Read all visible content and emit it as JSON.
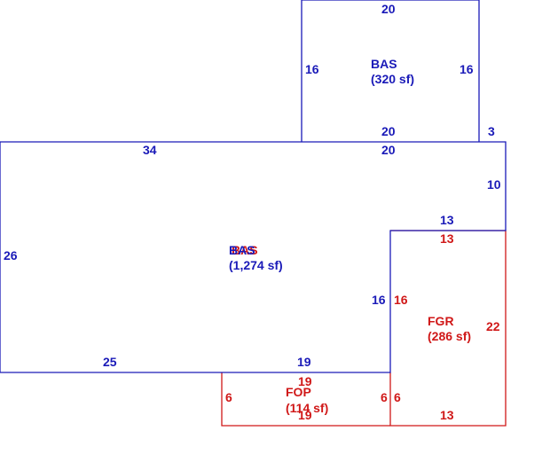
{
  "colors": {
    "bas": "#1a1ab8",
    "garage": "#d01818"
  },
  "areas": {
    "bas_upper": {
      "name": "BAS",
      "size": "(320 sf)"
    },
    "bas_main": {
      "name": "BAS",
      "size": "(1,274 sf)"
    },
    "fgr": {
      "name": "FGR",
      "size": "(286 sf)"
    },
    "fop": {
      "name": "FOP",
      "size": "(114 sf)"
    },
    "overlap_name": "BAS"
  },
  "dimensions": {
    "upper_top": "20",
    "upper_left": "16",
    "upper_right": "16",
    "upper_bottom": "20",
    "step_right": "3",
    "main_top_left": "34",
    "main_top_right": "20",
    "main_right": "10",
    "main_left": "26",
    "notch_top_bas": "13",
    "notch_top_garage": "13",
    "inner_left_bas": "16",
    "inner_left_garage": "16",
    "garage_right": "22",
    "main_bottom_left": "25",
    "main_bottom_right": "19",
    "porch_top": "19",
    "porch_left": "6",
    "porch_right_a": "6",
    "porch_right_b": "6",
    "porch_bottom": "19",
    "garage_bottom": "13"
  }
}
